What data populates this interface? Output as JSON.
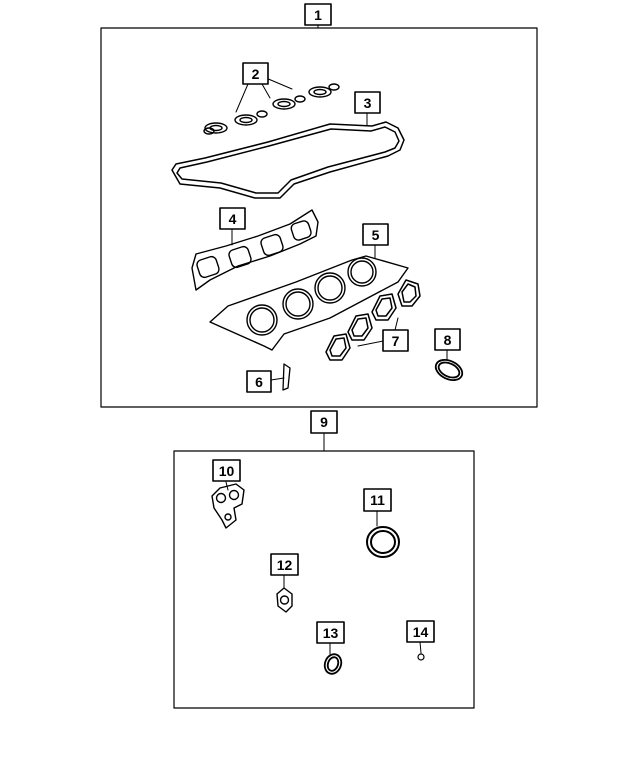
{
  "diagram": {
    "groups": [
      {
        "id": "1",
        "label": "1",
        "contains": [
          "2",
          "3",
          "4",
          "5",
          "6",
          "7",
          "8"
        ]
      },
      {
        "id": "9",
        "label": "9",
        "contains": [
          "10",
          "11",
          "12",
          "13",
          "14"
        ]
      }
    ],
    "callouts": [
      {
        "id": "1",
        "label": "1"
      },
      {
        "id": "2",
        "label": "2"
      },
      {
        "id": "3",
        "label": "3"
      },
      {
        "id": "4",
        "label": "4"
      },
      {
        "id": "5",
        "label": "5"
      },
      {
        "id": "6",
        "label": "6"
      },
      {
        "id": "7",
        "label": "7"
      },
      {
        "id": "8",
        "label": "8"
      },
      {
        "id": "9",
        "label": "9"
      },
      {
        "id": "10",
        "label": "10"
      },
      {
        "id": "11",
        "label": "11"
      },
      {
        "id": "12",
        "label": "12"
      },
      {
        "id": "13",
        "label": "13"
      },
      {
        "id": "14",
        "label": "14"
      }
    ],
    "colors": {
      "line": "#000000",
      "background": "#ffffff"
    }
  }
}
